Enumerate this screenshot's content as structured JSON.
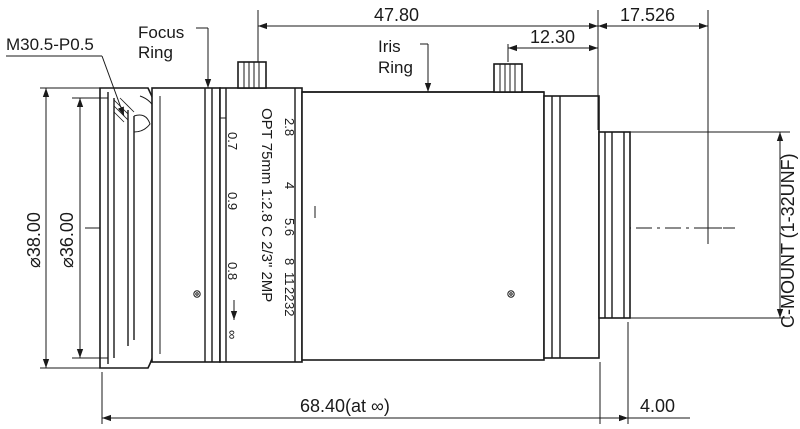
{
  "dimensions": {
    "overall_top": "47.80",
    "mount_right": "17.526",
    "screw_offset": "12.30",
    "length_bottom": "68.40(at ∞)",
    "flange_bottom": "4.00",
    "diameter_outer": "⌀38.00",
    "diameter_inner": "⌀36.00"
  },
  "callouts": {
    "filter_thread": "M30.5-P0.5",
    "focus_ring_line1": "Focus",
    "focus_ring_line2": "Ring",
    "iris_ring_line1": "Iris",
    "iris_ring_line2": "Ring",
    "mount": "C-MOUNT (1-32UNF)"
  },
  "lens_markings": {
    "model": "OPT 75mm 1:2.8 C 2/3\" 2MP",
    "distance_scale": [
      "0.7",
      "0.9",
      "0.8",
      "∞"
    ],
    "aperture_scale": [
      "2.8",
      "4",
      "5.6",
      "8",
      "11",
      "22",
      "32"
    ]
  }
}
